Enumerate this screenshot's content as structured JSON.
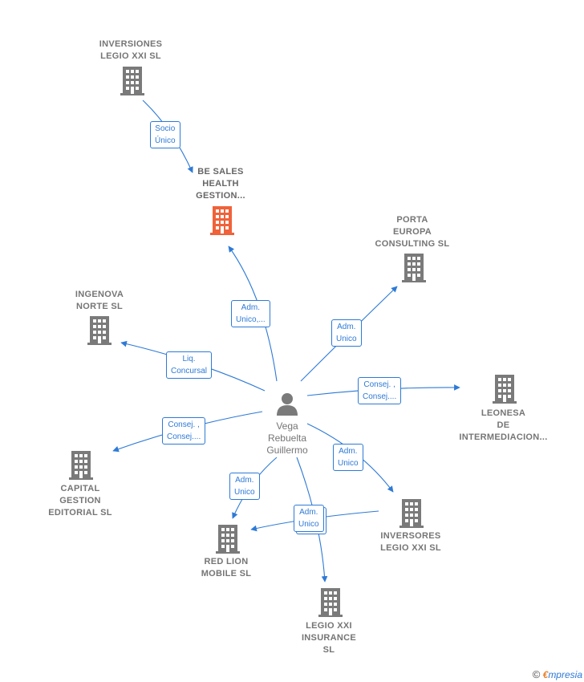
{
  "person": {
    "name": "Vega\nRebuelta\nGuillermo"
  },
  "companies": {
    "inversiones_legio": "INVERSIONES\nLEGIO XXI  SL",
    "be_sales": "BE SALES\nHEALTH\nGESTION...",
    "porta_europa": "PORTA\nEUROPA\nCONSULTING SL",
    "ingenova": "INGENOVA\nNORTE SL",
    "leonesa": "LEONESA\nDE\nINTERMEDIACION...",
    "capital_gestion": "CAPITAL\nGESTION\nEDITORIAL  SL",
    "inversores_legio": "INVERSORES\nLEGIO XXI  SL",
    "red_lion": "RED LION\nMOBILE  SL",
    "legio_insurance": "LEGIO XXI\nINSURANCE\nSL"
  },
  "relations": {
    "socio_unico": "Socio\nÚnico",
    "adm_be_sales": "Adm.\nUnico,...",
    "adm_porta": "Adm.\nUnico",
    "liq": "Liq.\nConcursal",
    "consej_leonesa": "Consej. ,\nConsej....",
    "consej_capital": "Consej. ,\nConsej....",
    "adm_inversores": "Adm.\nUnico",
    "adm_red_lion": "Adm.\nUnico",
    "adm_insurance": "Adm.\nUnico"
  },
  "colors": {
    "edge": "#2e7ad6",
    "building": "#7a7a7a",
    "focus_building": "#f0623a",
    "person": "#7a7a7a"
  },
  "brand": {
    "copyright": "©",
    "initial": "€",
    "name": "mpresia"
  }
}
